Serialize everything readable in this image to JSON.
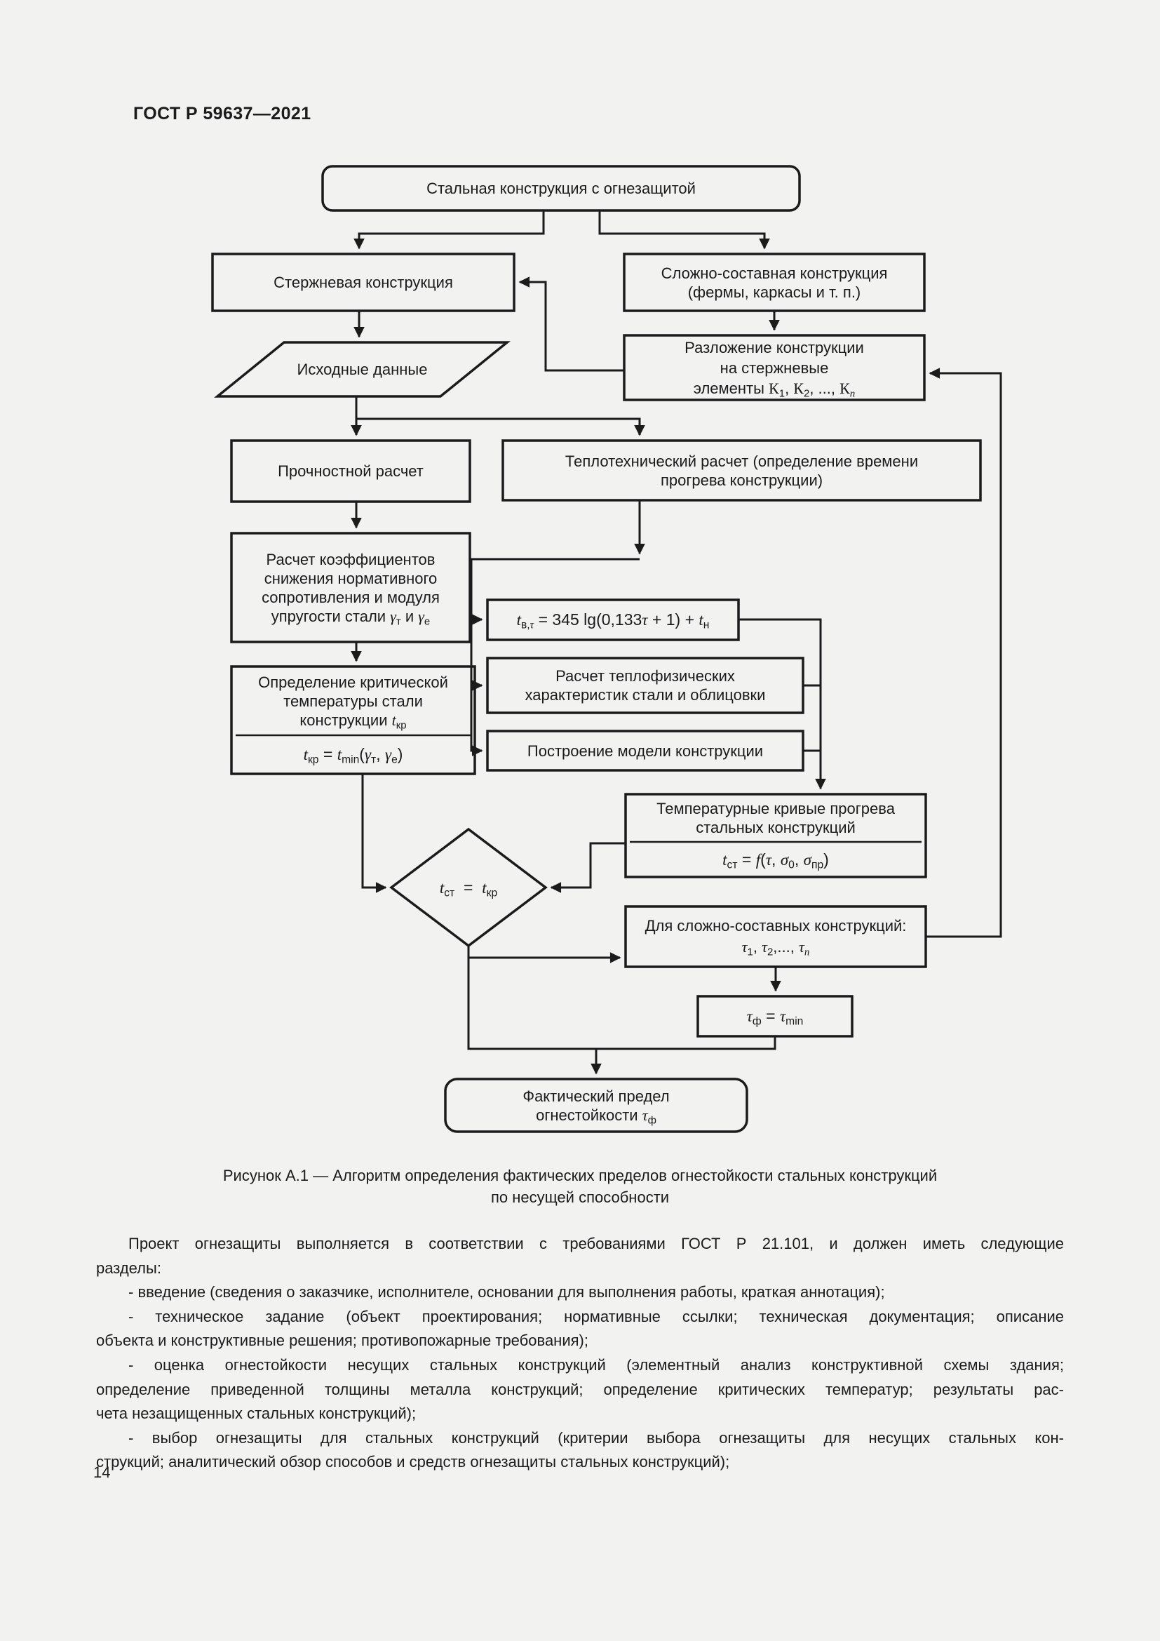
{
  "page": {
    "header": "ГОСТ Р 59637—2021",
    "page_number": "14"
  },
  "flowchart": {
    "nodes": {
      "top_box": "Стальная конструкция с огнезащитой",
      "rod_box": "Стержневая конструкция",
      "input_box": "Исходные данные",
      "strength_box": "Прочностной расчет",
      "coeff_box": [
        {
          "t": "Расчет коэффициентов"
        },
        {
          "c": "br"
        },
        {
          "t": "снижения нормативного"
        },
        {
          "c": "br"
        },
        {
          "t": "сопротивления и модуля"
        },
        {
          "c": "br"
        },
        {
          "t": "упругости стали "
        },
        {
          "t": "γ",
          "c": "i"
        },
        {
          "t": "т",
          "c": "sub"
        },
        {
          "t": " и "
        },
        {
          "t": "γ",
          "c": "i"
        },
        {
          "t": "е",
          "c": "sub"
        }
      ],
      "critical_box": [
        {
          "t": "Определение критической"
        },
        {
          "c": "br"
        },
        {
          "t": "температуры стали"
        },
        {
          "c": "br"
        },
        {
          "t": "конструкции "
        },
        {
          "t": "t",
          "c": "i"
        },
        {
          "t": "кр",
          "c": "sub"
        }
      ],
      "critical_formula": [
        {
          "t": "t",
          "c": "i"
        },
        {
          "t": "кр",
          "c": "sub"
        },
        {
          "t": " = "
        },
        {
          "t": "t",
          "c": "i"
        },
        {
          "t": "min",
          "c": "sub"
        },
        {
          "t": "("
        },
        {
          "t": "γ",
          "c": "i"
        },
        {
          "t": "т",
          "c": "sub"
        },
        {
          "t": ", "
        },
        {
          "t": "γ",
          "c": "i"
        },
        {
          "t": "е",
          "c": "sub"
        },
        {
          "t": ")"
        }
      ],
      "composite_box": [
        {
          "t": "Сложно-составная конструкция"
        },
        {
          "c": "br"
        },
        {
          "t": "(фермы, каркасы и т. п.)"
        }
      ],
      "decompose_box": [
        {
          "t": "Разложение конструкции"
        },
        {
          "c": "br"
        },
        {
          "t": "на стержневые"
        },
        {
          "c": "br"
        },
        {
          "t": "элементы "
        },
        {
          "t": "К",
          "c": "serif"
        },
        {
          "t": "1",
          "c": "sub"
        },
        {
          "t": ", "
        },
        {
          "t": "К",
          "c": "serif"
        },
        {
          "t": "2",
          "c": "sub"
        },
        {
          "t": ", ..., "
        },
        {
          "t": "К",
          "c": "serif"
        },
        {
          "t": "n",
          "c": "sub i"
        }
      ],
      "thermal_box": [
        {
          "t": "Теплотехнический расчет (определение времени"
        },
        {
          "c": "br"
        },
        {
          "t": "прогрева конструкции)"
        }
      ],
      "heating_formula": [
        {
          "t": "t",
          "c": "i"
        },
        {
          "t": "в,",
          "c": "sub"
        },
        {
          "t": "τ",
          "c": "sub i"
        },
        {
          "t": " = 345 lg(0,133"
        },
        {
          "t": "τ",
          "c": "i"
        },
        {
          "t": " + 1) + "
        },
        {
          "t": "t",
          "c": "i"
        },
        {
          "t": "н",
          "c": "sub"
        }
      ],
      "thermo_box": [
        {
          "t": "Расчет теплофизических"
        },
        {
          "c": "br"
        },
        {
          "t": "характеристик стали и облицовки"
        }
      ],
      "model_box": "Построение модели конструкции",
      "curves_box": [
        {
          "t": "Температурные кривые прогрева"
        },
        {
          "c": "br"
        },
        {
          "t": "стальных конструкций"
        }
      ],
      "curves_formula": [
        {
          "t": "t",
          "c": "i"
        },
        {
          "t": "ст",
          "c": "sub"
        },
        {
          "t": " = "
        },
        {
          "t": "f",
          "c": "i"
        },
        {
          "t": "("
        },
        {
          "t": "τ",
          "c": "i"
        },
        {
          "t": ", "
        },
        {
          "t": "σ",
          "c": "i"
        },
        {
          "t": "0",
          "c": "sub"
        },
        {
          "t": ", "
        },
        {
          "t": "σ",
          "c": "i"
        },
        {
          "t": "пр",
          "c": "sub"
        },
        {
          "t": ")"
        }
      ],
      "decision_diamond": [
        {
          "t": "t",
          "c": "i"
        },
        {
          "t": "ст",
          "c": "sub"
        },
        {
          "t": "  =  "
        },
        {
          "t": "t",
          "c": "i"
        },
        {
          "t": "кр",
          "c": "sub"
        }
      ],
      "composite_calc_box": [
        {
          "t": "Для сложно-составных конструкций:"
        },
        {
          "c": "br"
        },
        {
          "t": "τ",
          "c": "i"
        },
        {
          "t": "1",
          "c": "sub"
        },
        {
          "t": ", "
        },
        {
          "t": "τ",
          "c": "i"
        },
        {
          "t": "2",
          "c": "sub"
        },
        {
          "t": ",..., "
        },
        {
          "t": "τ",
          "c": "i"
        },
        {
          "t": "n",
          "c": "sub i"
        }
      ],
      "tau_formula": [
        {
          "t": "τ",
          "c": "i"
        },
        {
          "t": "ф",
          "c": "sub"
        },
        {
          "t": " = "
        },
        {
          "t": "τ",
          "c": "i"
        },
        {
          "t": "min",
          "c": "sub"
        }
      ],
      "final_box": [
        {
          "t": "Фактический предел"
        },
        {
          "c": "br"
        },
        {
          "t": "огнестойкости "
        },
        {
          "t": "τ",
          "c": "i"
        },
        {
          "t": "ф",
          "c": "sub"
        }
      ]
    }
  },
  "caption": {
    "line1": "Рисунок А.1 — Алгоритм определения фактических пределов огнестойкости стальных конструкций",
    "line2": "по несущей способности"
  },
  "body": {
    "lines": [
      "Проект огнезащиты выполняется в соответствии с требованиями ГОСТ Р 21.101, и должен иметь следующие",
      "разделы:",
      "- введение (сведения о заказчике, исполнителе, основании для выполнения работы, краткая аннотация);",
      "- техническое задание (объект проектирования; нормативные ссылки; техническая документация; описание",
      "объекта и конструктивные решения; противопожарные требования);",
      "- оценка огнестойкости несущих стальных конструкций (элементный анализ конструктивной схемы здания;",
      "определение приведенной толщины металла конструкций; определение критических температур; результаты рас-",
      "чета незащищенных стальных конструкций);",
      "- выбор огнезащиты для стальных конструкций (критерии выбора огнезащиты для несущих стальных кон-",
      "струкций; аналитический обзор способов и средств огнезащиты стальных конструкций);"
    ]
  }
}
